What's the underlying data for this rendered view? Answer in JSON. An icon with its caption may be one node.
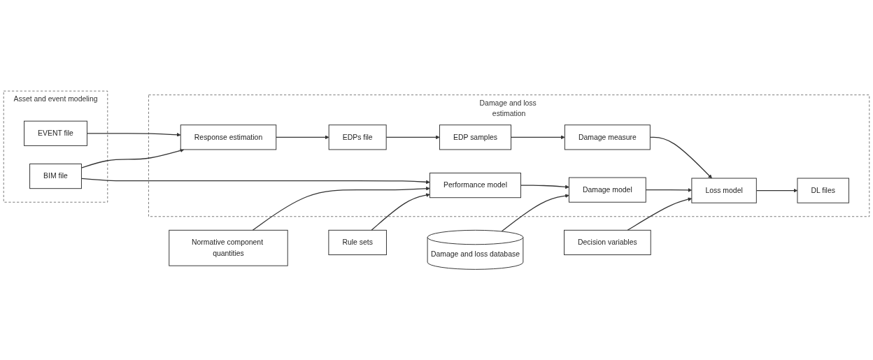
{
  "diagram": {
    "nodes": [
      {
        "text": [
          "Asset and event modeling"
        ]
      },
      {
        "text": [
          "EVENT file"
        ],
        "in": 0
      },
      {
        "text": [
          "BIM file"
        ],
        "in": 0
      },
      {
        "text": [
          "Damage and loss estimation"
        ]
      },
      {
        "text": [
          "Response estimation"
        ],
        "in": 3
      },
      {
        "text": [
          "EDPs file"
        ],
        "in": 3
      },
      {
        "text": [
          "EDP samples"
        ],
        "in": 3
      },
      {
        "text": [
          "Damage measure"
        ],
        "in": 3
      },
      {
        "text": [
          "Performance model"
        ],
        "in": 3
      },
      {
        "text": [
          "Damage model"
        ],
        "in": 3
      },
      {
        "text": [
          "Loss model"
        ],
        "in": 3
      },
      {
        "text": [
          "DL files"
        ],
        "in": 3
      },
      {
        "text": [
          "Normative component quantities"
        ]
      },
      {
        "text": [
          "Rule sets"
        ]
      },
      {
        "text": [
          "Damage and loss database"
        ]
      },
      {
        "text": [
          "Decision variables"
        ]
      }
    ],
    "edges": [
      {
        "from": 1,
        "to": 4,
        "arrow": "to"
      },
      {
        "from": 2,
        "to": 4,
        "arrow": "to"
      },
      {
        "from": 4,
        "to": 5,
        "arrow": "to"
      },
      {
        "from": 5,
        "to": 6,
        "arrow": "to"
      },
      {
        "from": 6,
        "to": 7,
        "arrow": "to"
      },
      {
        "from": 7,
        "to": 10,
        "arrow": "to"
      },
      {
        "from": 2,
        "to": 8,
        "arrow": "to"
      },
      {
        "from": 8,
        "to": 9,
        "arrow": "to"
      },
      {
        "from": 9,
        "to": 10,
        "arrow": "to"
      },
      {
        "from": 10,
        "to": 11,
        "arrow": "to"
      },
      {
        "from": 12,
        "to": 8,
        "arrow": "to"
      },
      {
        "from": 13,
        "to": 8,
        "arrow": "to"
      },
      {
        "from": 14,
        "to": 9,
        "arrow": "to"
      },
      {
        "from": 15,
        "to": 10,
        "arrow": "to"
      }
    ]
  }
}
